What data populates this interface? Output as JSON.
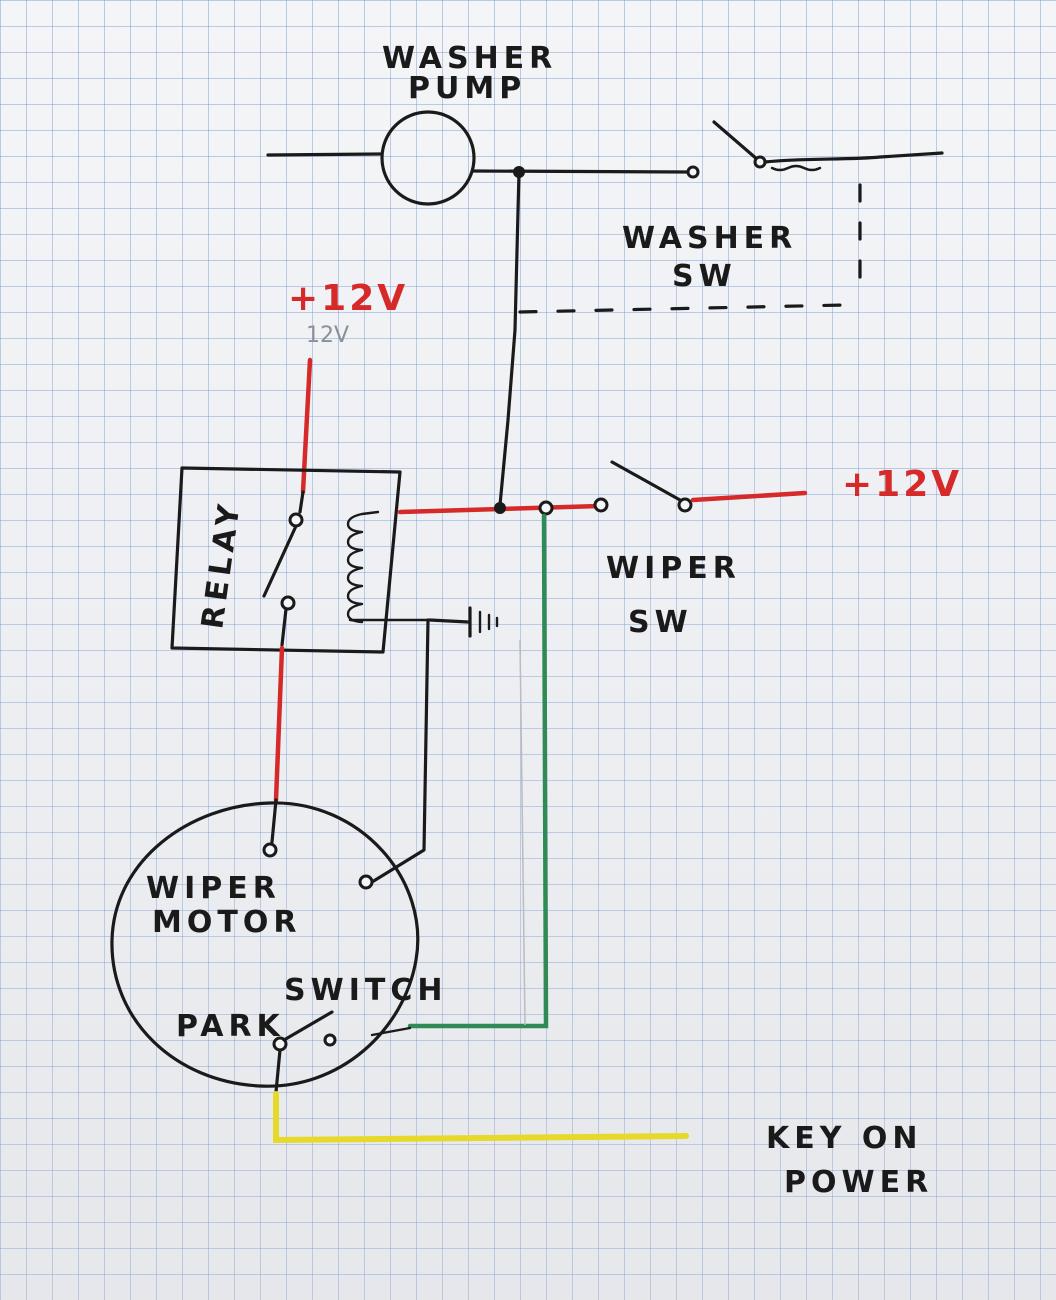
{
  "labels": {
    "washer_pump_line1": "WASHER",
    "washer_pump_line2": "PUMP",
    "washer_sw_line1": "WASHER",
    "washer_sw_line2": "SW",
    "plus12v_top": "+12V",
    "plus12v_pencil": "12V",
    "plus12v_right": "+12V",
    "relay": "RELAY",
    "wiper_sw_line1": "WIPER",
    "wiper_sw_line2": "SW",
    "wiper_motor_line1": "WIPER",
    "wiper_motor_line2": "MOTOR",
    "park": "PARK",
    "switch": "SWITCH",
    "key_on_line1": "KEY ON",
    "key_on_line2": "POWER"
  },
  "wire_colors": {
    "red": "#d62a2a",
    "green": "#2f8a55",
    "yellow": "#e6d92a",
    "ink": "#1a1a1a"
  }
}
